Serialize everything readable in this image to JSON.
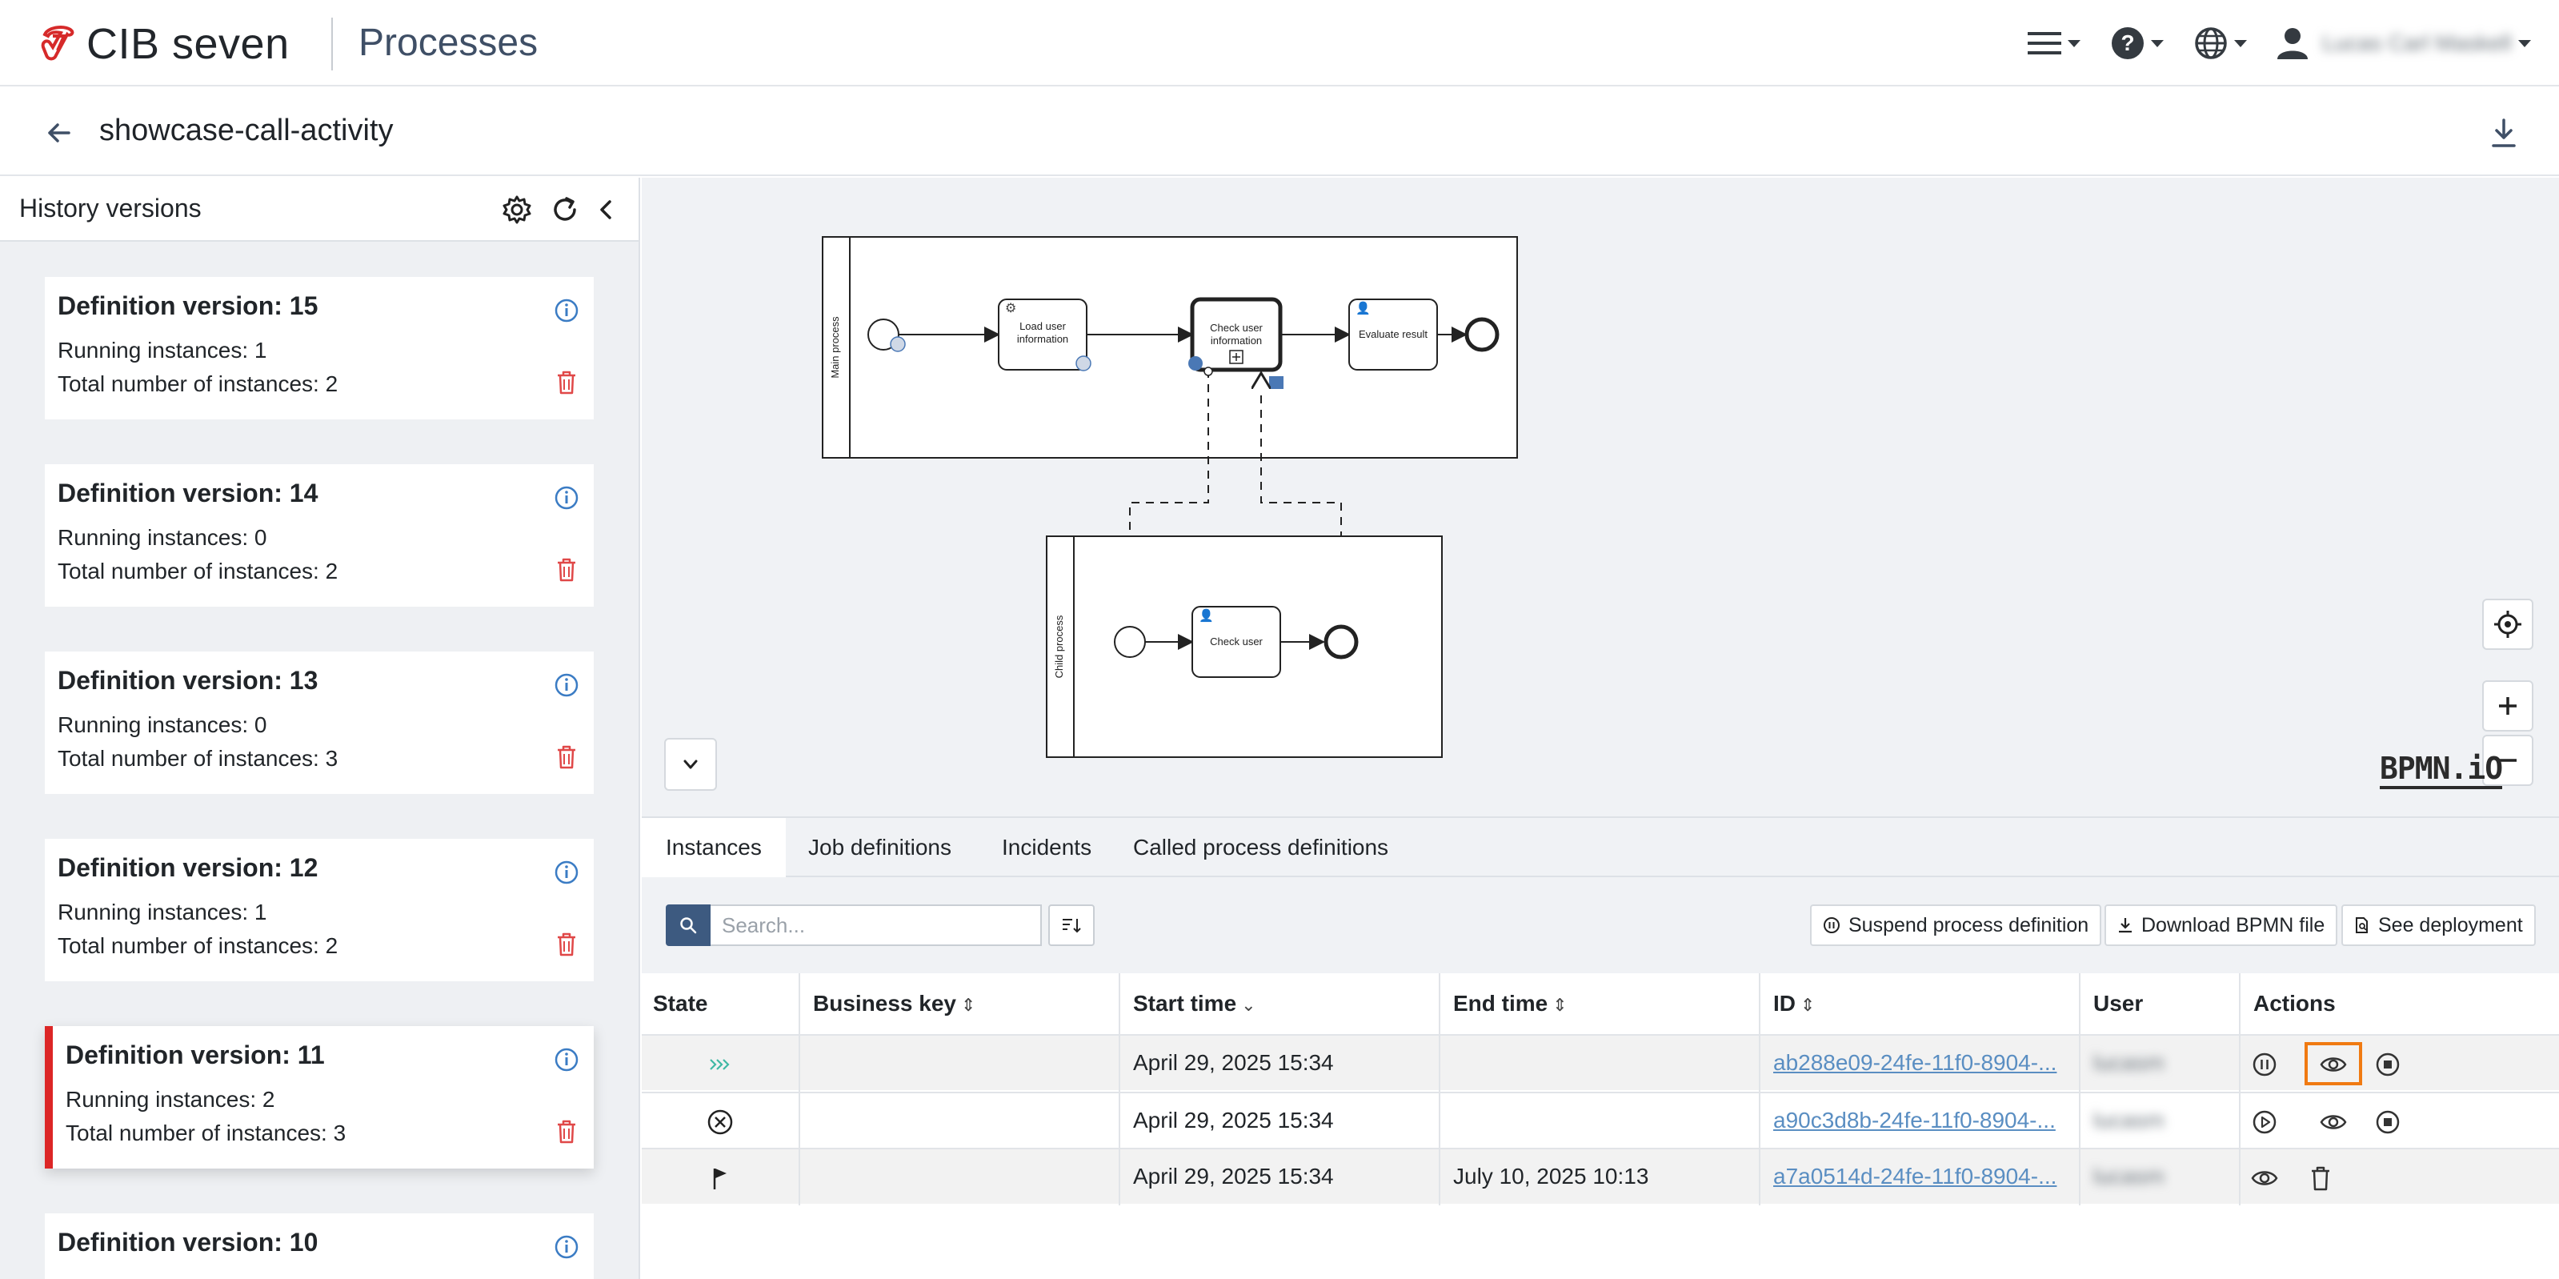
{
  "navbar": {
    "brand": "CIB seven",
    "app_title": "Processes",
    "user_name": "Lucas Carl Maskell"
  },
  "header": {
    "process_title": "showcase-call-activity"
  },
  "sidebar": {
    "title": "History versions",
    "versions": [
      {
        "title": "Definition version: 15",
        "running": "Running instances: 1",
        "total": "Total number of instances: 2"
      },
      {
        "title": "Definition version: 14",
        "running": "Running instances: 0",
        "total": "Total number of instances: 2"
      },
      {
        "title": "Definition version: 13",
        "running": "Running instances: 0",
        "total": "Total number of instances: 3"
      },
      {
        "title": "Definition version: 12",
        "running": "Running instances: 1",
        "total": "Total number of instances: 2"
      },
      {
        "title": "Definition version: 11",
        "running": "Running instances: 2",
        "total": "Total number of instances: 3"
      },
      {
        "title": "Definition version: 10"
      }
    ],
    "active_color": "#dc2626"
  },
  "diagram": {
    "main_pool": "Main process",
    "child_pool": "Child process",
    "tasks": {
      "load": [
        "Load user",
        "information"
      ],
      "check": [
        "Check user",
        "information"
      ],
      "evaluate": "Evaluate result",
      "child_check": "Check user"
    },
    "logo": "BPMN.iO"
  },
  "tabs": [
    "Instances",
    "Job definitions",
    "Incidents",
    "Called process definitions"
  ],
  "toolbar": {
    "search_placeholder": "Search...",
    "suspend_label": "Suspend process definition",
    "download_label": "Download BPMN file",
    "deployment_label": "See deployment"
  },
  "table": {
    "headers": [
      "State",
      "Business key",
      "Start time",
      "End time",
      "ID",
      "User",
      "Actions"
    ],
    "rows": [
      {
        "state": "running-icon",
        "start": "April 29, 2025 15:34",
        "end": "",
        "id": "ab288e09-24fe-11f0-8904-...",
        "user": "lucasm"
      },
      {
        "state": "cancel-icon",
        "start": "April 29, 2025 15:34",
        "end": "",
        "id": "a90c3d8b-24fe-11f0-8904-...",
        "user": "lucasm"
      },
      {
        "state": "flag-icon",
        "start": "April 29, 2025 15:34",
        "end": "July 10, 2025 10:13",
        "id": "a7a0514d-24fe-11f0-8904-...",
        "user": "lucasm"
      }
    ]
  },
  "colors": {
    "accent": "#3d5a80",
    "link": "#5a8ec2",
    "highlight": "#f07a12",
    "bpmn_marker": "#4a78b5"
  }
}
